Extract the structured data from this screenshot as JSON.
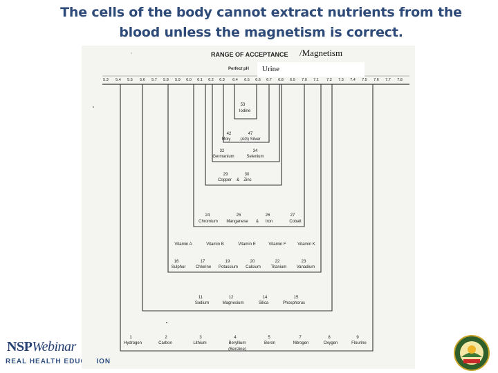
{
  "title_line1": "The cells of the body cannot extract nutrients from the",
  "title_line2": "blood unless the magnetism is correct.",
  "scan_heading": "RANGE OF ACCEPTANCE",
  "perfect_ph": "Perfect pH",
  "magnetism_label": "/Magnetism",
  "urine_label": "Urine",
  "ph_scale": [
    "5.3",
    "5.4",
    "5.5",
    "5.6",
    "5.7",
    "5.8",
    "5.9",
    "6.0",
    "6.1",
    "6.2",
    "6.3",
    "6.4",
    "6.5",
    "6.6",
    "6.7",
    "6.8",
    "6.9",
    "7.0",
    "7.1",
    "7.2",
    "7.3",
    "7.4",
    "7.5",
    "7.6",
    "7.7",
    "7.8"
  ],
  "vitamins": [
    "Vitamin A",
    "Vitamin B",
    "Vitamin E",
    "Vitamin F",
    "Vitamin K"
  ],
  "elements": [
    {
      "number": "53",
      "name": "Iodine"
    },
    {
      "number": "42",
      "name": "Moly"
    },
    {
      "number": "47",
      "name": "(AG) Silver"
    },
    {
      "number": "32",
      "name": "Germanium"
    },
    {
      "number": "34",
      "name": "Selenium"
    },
    {
      "number": "29",
      "name": "Copper"
    },
    {
      "number": "30",
      "name": "Zinc"
    },
    {
      "number": "24",
      "name": "Chromium"
    },
    {
      "number": "25",
      "name": "Manganese"
    },
    {
      "number": "26",
      "name": "Iron"
    },
    {
      "number": "27",
      "name": "Cobalt"
    },
    {
      "number": "16",
      "name": "Sulphur"
    },
    {
      "number": "17",
      "name": "Chlorine"
    },
    {
      "number": "19",
      "name": "Potassium"
    },
    {
      "number": "20",
      "name": "Calcium"
    },
    {
      "number": "22",
      "name": "Titanium"
    },
    {
      "number": "23",
      "name": "Vanadium"
    },
    {
      "number": "11",
      "name": "Sodium"
    },
    {
      "number": "12",
      "name": "Magnesium"
    },
    {
      "number": "14",
      "name": "Silica"
    },
    {
      "number": "15",
      "name": "Phosphorus"
    },
    {
      "number": "1",
      "name": "Hydrogen"
    },
    {
      "number": "2",
      "name": "Carbon"
    },
    {
      "number": "3",
      "name": "Lithium"
    },
    {
      "number": "4",
      "name": "Beryllium"
    },
    {
      "number": "5",
      "name": "Boron"
    },
    {
      "number": "7",
      "name": "Nitrogen"
    },
    {
      "number": "8",
      "name": "Oxygen"
    },
    {
      "number": "9",
      "name": "Flourine"
    }
  ],
  "joiner": "&",
  "beryllium_note": "(Benzine)",
  "logo_nsp": "NSP",
  "logo_webinar": "Webinar",
  "logo_tagline": "REAL HEALTH EDUCATION",
  "colors": {
    "title": "#2e4a78",
    "logo": "#243f72",
    "scan_bg": "#f4f4f1",
    "lines": "#333333"
  }
}
